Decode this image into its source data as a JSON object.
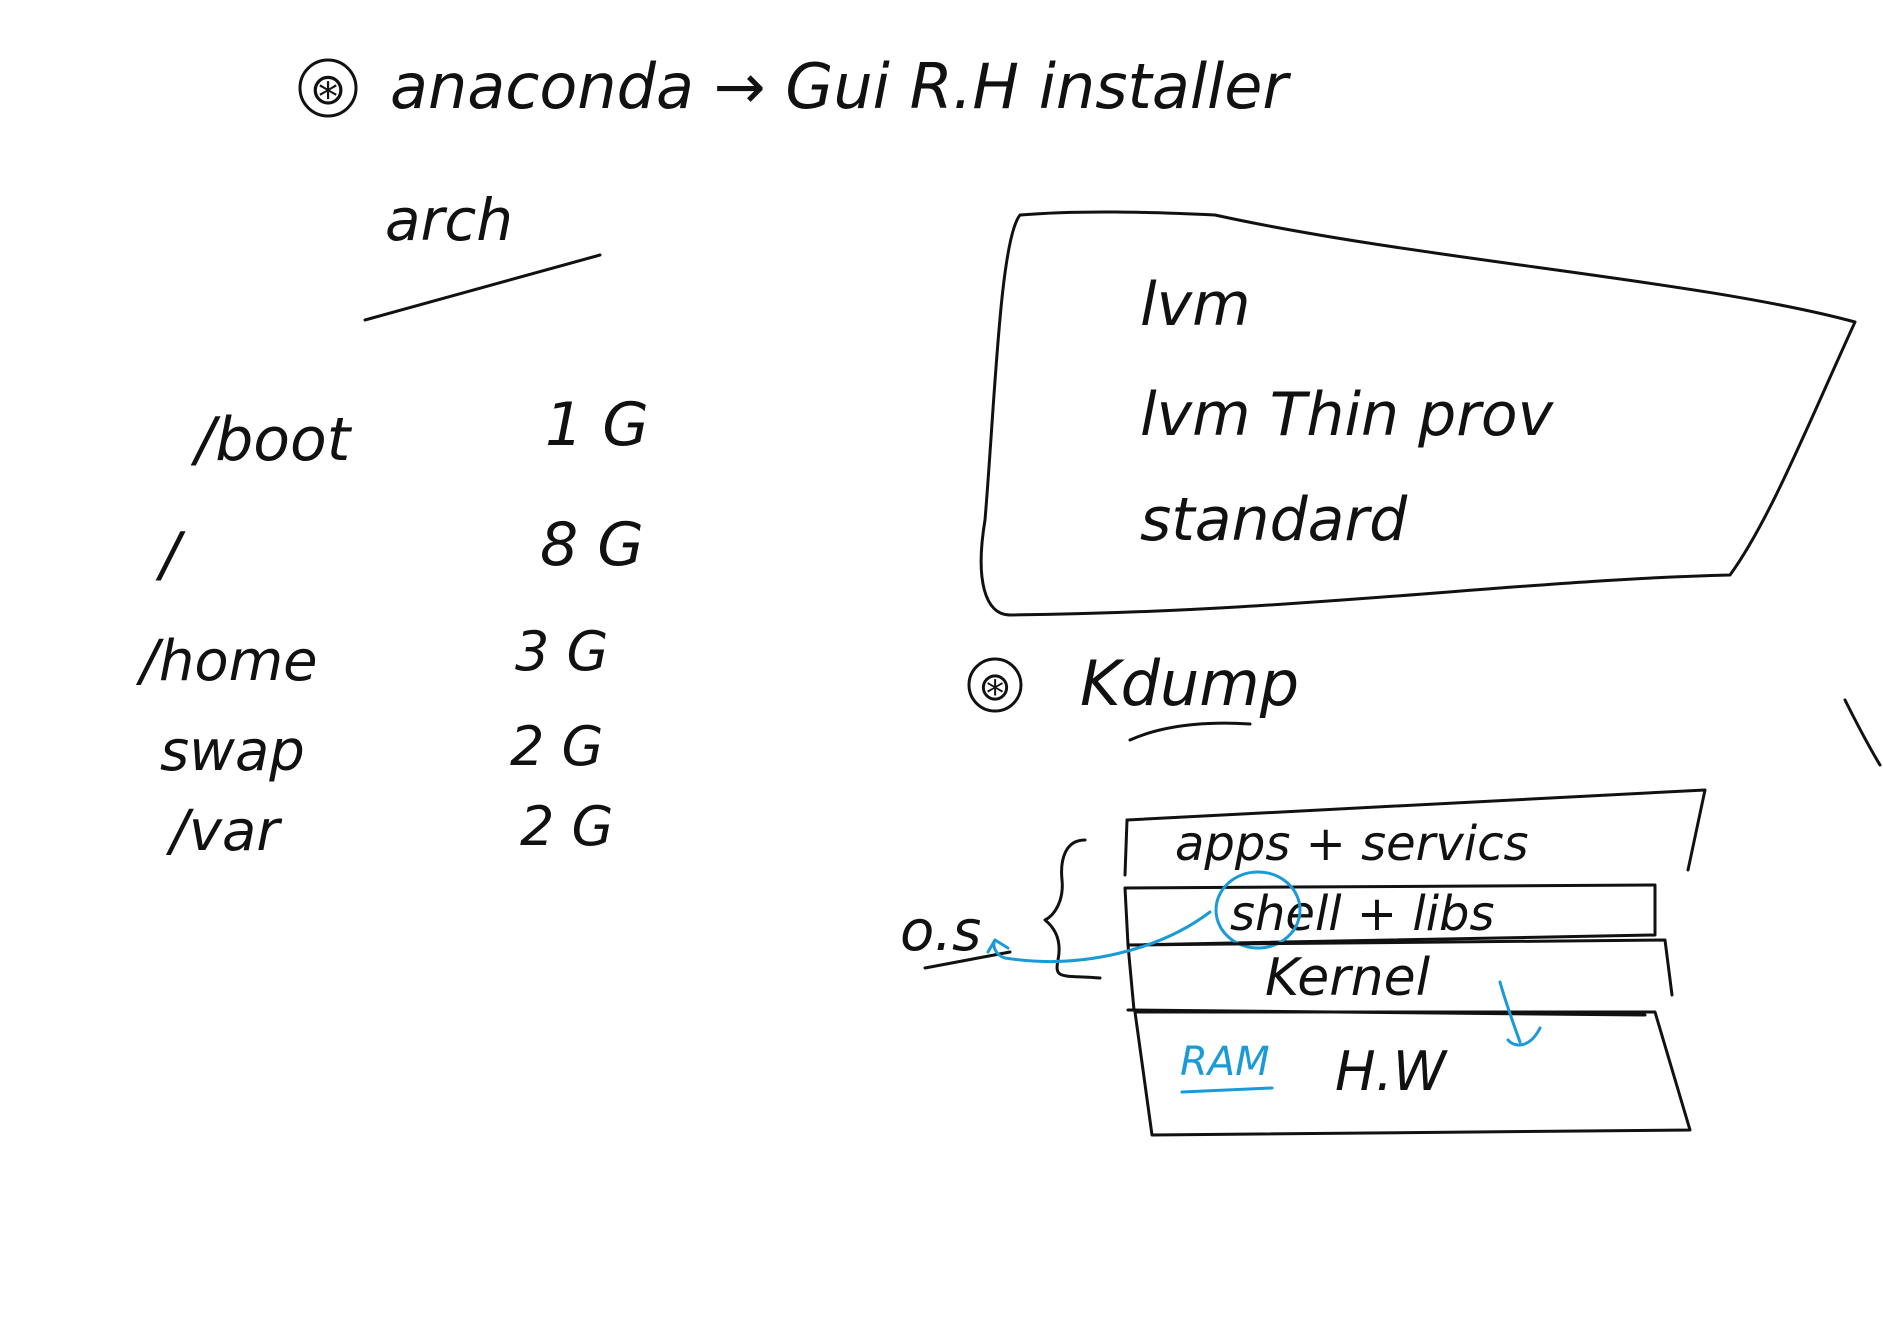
{
  "heading": {
    "marker": "⊛",
    "text": "anaconda → Gui R.H installer"
  },
  "partitions": {
    "title": "arch",
    "rows": [
      {
        "mount": "/boot",
        "size": "1 G"
      },
      {
        "mount": "/",
        "size": "8 G"
      },
      {
        "mount": "/home",
        "size": "3 G"
      },
      {
        "mount": "swap",
        "size": "2 G"
      },
      {
        "mount": "/var",
        "size": "2 G"
      }
    ]
  },
  "storage_options": {
    "items": [
      "lvm",
      "lvm Thin prov",
      "standard"
    ]
  },
  "kdump": {
    "marker": "⊛",
    "title": "Kdump",
    "os_label": "o.s",
    "layers": [
      {
        "label": "apps + servics"
      },
      {
        "label": "shell + libs"
      },
      {
        "label": "Kernel"
      },
      {
        "label": "H.W",
        "note": "RAM"
      }
    ]
  },
  "colors": {
    "ink": "#111111",
    "highlight": "#1a9ad6"
  }
}
